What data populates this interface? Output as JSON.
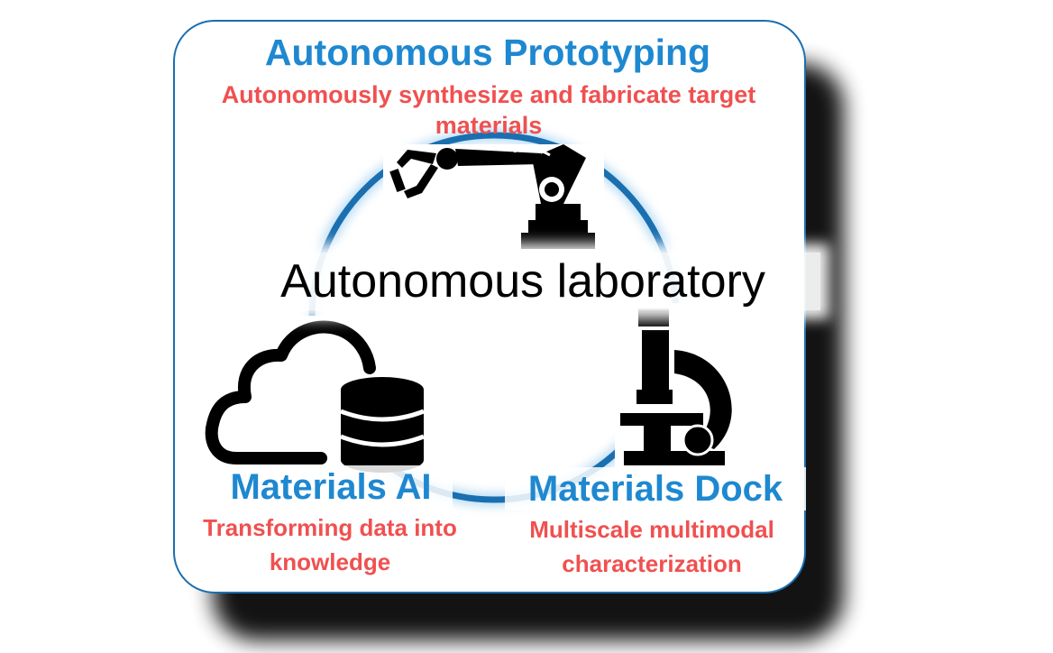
{
  "prototyping": {
    "title": "Autonomous Prototyping",
    "subtitle": "Autonomously synthesize and fabricate target materials"
  },
  "center": {
    "label": "Autonomous laboratory"
  },
  "ai": {
    "title": "Materials AI",
    "subtitle": "Transforming data into knowledge"
  },
  "dock": {
    "title": "Materials Dock",
    "subtitle": "Multiscale multimodal characterization"
  },
  "icons": {
    "top": "robot-arm-icon",
    "left": "cloud-database-icon",
    "right": "microscope-icon"
  },
  "colors": {
    "title": "#1e88d0",
    "subtitle": "#f05050",
    "ring": "#1a6fb0",
    "icon": "#000000"
  }
}
